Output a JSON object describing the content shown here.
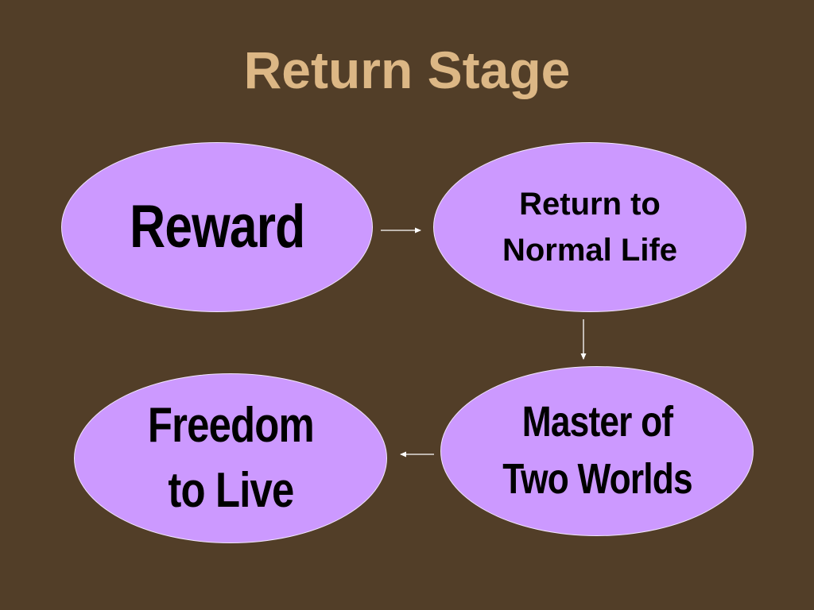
{
  "slide": {
    "title": "Return Stage",
    "background_color": "#523e28",
    "title_color": "#dcb785",
    "node_color": "#cc99ff"
  },
  "nodes": {
    "reward": "Reward",
    "return_to_normal_life": "Return to\nNormal Life",
    "master_of_two_worlds": "Master of\nTwo Worlds",
    "freedom_to_live": "Freedom\nto Live"
  },
  "edges": [
    {
      "from": "reward",
      "to": "return_to_normal_life"
    },
    {
      "from": "return_to_normal_life",
      "to": "master_of_two_worlds"
    },
    {
      "from": "master_of_two_worlds",
      "to": "freedom_to_live"
    }
  ]
}
